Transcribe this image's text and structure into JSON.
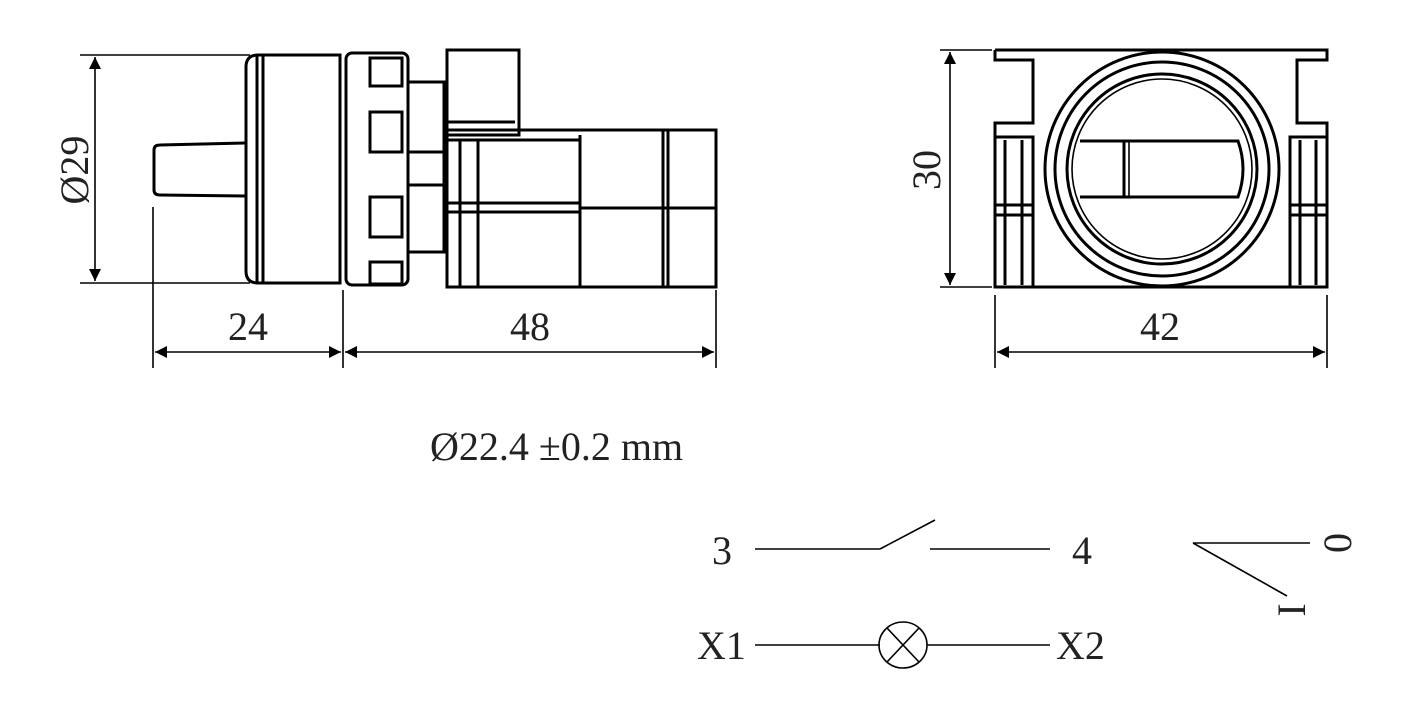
{
  "dimensions": {
    "diameter_label": "Ø29",
    "shaft_length": "24",
    "body_length": "48",
    "front_height": "30",
    "front_width": "42"
  },
  "mounting_hole": "Ø22.4 ±0.2 mm",
  "schematic": {
    "contact_left": "3",
    "contact_right": "4",
    "lamp_left": "X1",
    "lamp_right": "X2",
    "position_off": "0",
    "position_on": "I"
  },
  "colors": {
    "line": "#000000",
    "background": "#ffffff"
  }
}
